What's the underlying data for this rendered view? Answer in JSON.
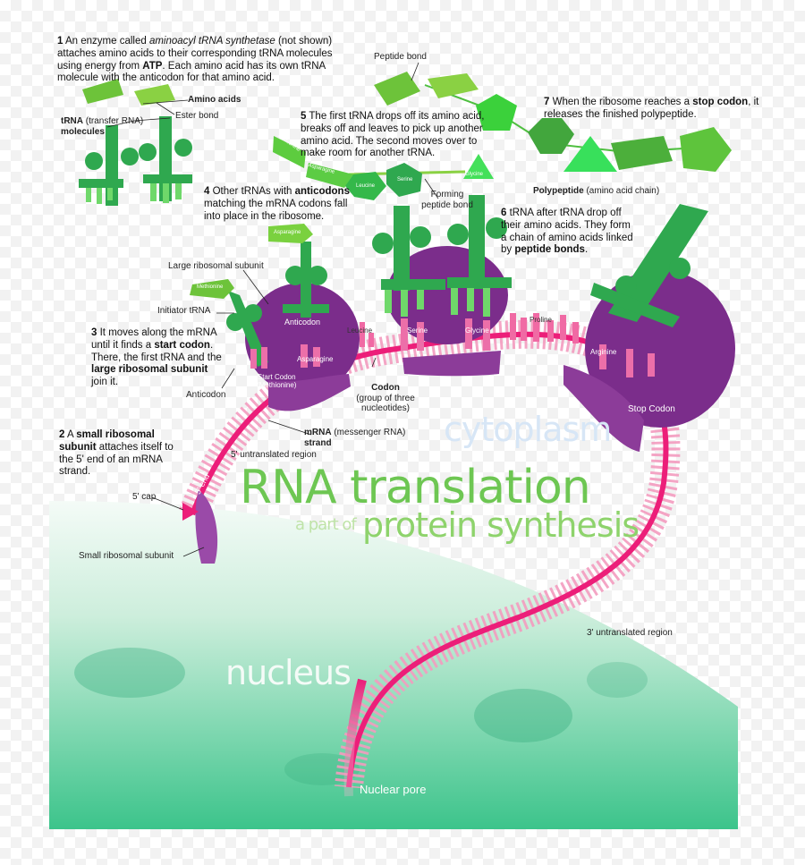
{
  "title": {
    "main": "RNA translation",
    "sub_prefix": "a part of",
    "sub_main": "protein synthesis"
  },
  "regions": {
    "cytoplasm": "cytoplasm",
    "nucleus": "nucleus",
    "nuclear_pore": "Nuclear pore"
  },
  "steps": {
    "s1": {
      "num": "1",
      "pre": "An enzyme called ",
      "em": "aminoacyl tRNA synthetase",
      "mid": " (not shown) attaches amino acids to their corresponding tRNA molecules using energy from ",
      "b": "ATP",
      "post": ". Each amino acid has its own tRNA molecule with the anticodon for that amino acid."
    },
    "s2": {
      "num": "2",
      "pre": "A ",
      "b": "small ribosomal subunit",
      "post": " attaches itself to the 5' end of an mRNA strand."
    },
    "s3": {
      "num": "3",
      "pre": "It moves along the mRNA until it finds a ",
      "b1": "start codon",
      "mid": ". There, the first tRNA and the ",
      "b2": "large ribosomal subunit",
      "post": " join it."
    },
    "s4": {
      "num": "4",
      "pre": "Other tRNAs with ",
      "b": "anticodons",
      "post": " matching the mRNA codons fall into place in the ribosome."
    },
    "s5": {
      "num": "5",
      "text": "The first tRNA drops off its amino acid, breaks off and leaves to pick up another amino acid. The second moves over to make room for another tRNA."
    },
    "s6": {
      "num": "6",
      "pre": "tRNA after tRNA drop off their amino acids. They form a chain of amino acids linked by ",
      "b": "peptide bonds",
      "post": "."
    },
    "s7": {
      "num": "7",
      "pre": "When the ribosome reaches a ",
      "b": "stop codon",
      "post": ", it releases the finished polypeptide."
    }
  },
  "labels": {
    "amino_acids": "Amino acids",
    "ester_bond": "Ester bond",
    "trna_b": "tRNA",
    "trna_rest": " (transfer RNA)",
    "molecules": "molecules",
    "peptide_bond": "Peptide bond",
    "forming_peptide_bond": "Forming peptide bond",
    "polypeptide_b": "Polypeptide",
    "polypeptide_rest": " (amino acid chain)",
    "large_ribosomal_subunit": "Large ribosomal subunit",
    "initiator_trna": "Initiator tRNA",
    "anticodon": "Anticodon",
    "codon_b": "Codon",
    "codon_rest": "(group of three nucleotides)",
    "mrna_b": "mRNA",
    "mrna_rest": " (messenger RNA)",
    "strand": "strand",
    "utr5": "5' untranslated region",
    "utr3": "3' untranslated region",
    "five_cap": "5' cap",
    "five_end": "5' end",
    "small_ribosomal_subunit": "Small ribosomal subunit"
  },
  "inner_labels": {
    "anticodon": "Anticodon",
    "leucine": "Leucine",
    "serine": "Serine",
    "glycine": "Glycine",
    "proline": "Proline",
    "arginine": "Arginine",
    "asparagine": "Asparagine",
    "start_codon": "Start Codon",
    "start_codon_sub": "(Methionine)",
    "stop_codon": "Stop Codon"
  },
  "amino_tags": {
    "methionine_top": "Methionine",
    "asparagine_top": "Asparagine",
    "leucine_top": "Leucine",
    "serine_top": "Serine",
    "glycine_top": "Glycine",
    "asparagine_mid": "Asparagine",
    "methionine_mid": "Methionine"
  },
  "colors": {
    "mrna": "#ec1e79",
    "ribosome": "#7b2d8b",
    "trna_green": "#2fa84f",
    "amino_light": "#7ad13f",
    "nucleus": "#4fcf9a",
    "title_green": "#5fc241"
  }
}
